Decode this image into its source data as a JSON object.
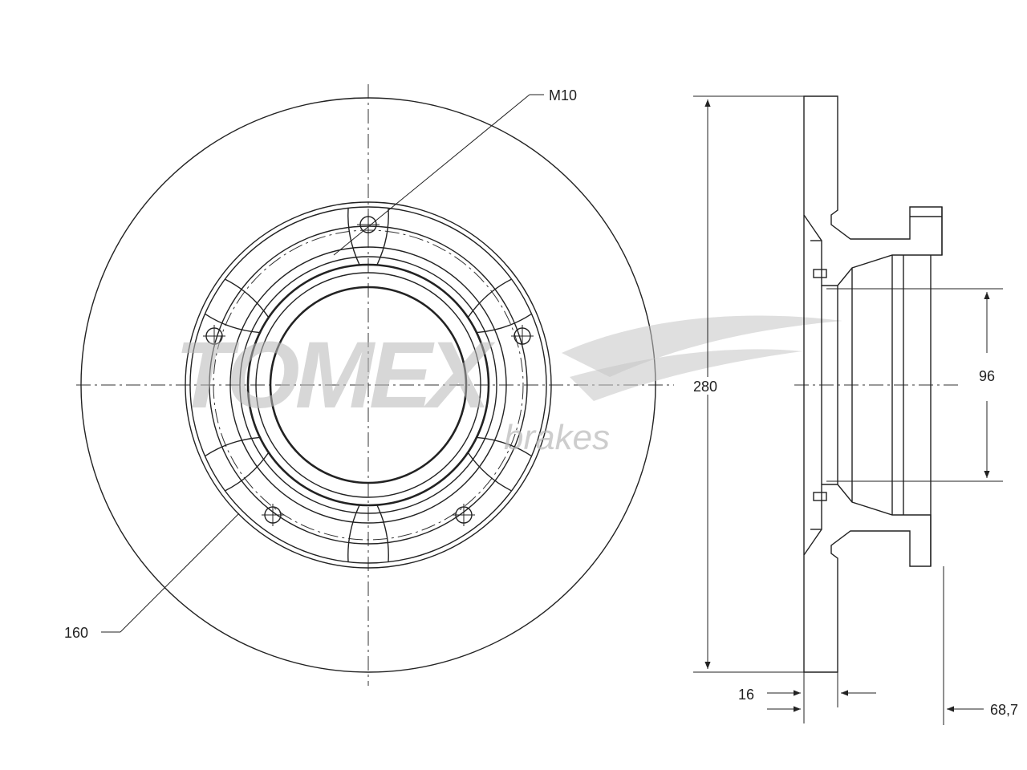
{
  "logo": {
    "brand": "TOMEX",
    "tagline": "brakes"
  },
  "dimensions": {
    "thread": "M10",
    "bolt_circle": "160",
    "outer_diameter": "280",
    "center_bore": "96",
    "thickness": "16",
    "height": "68,7"
  },
  "colors": {
    "line": "#222222",
    "watermark": "#b8b8b8"
  }
}
